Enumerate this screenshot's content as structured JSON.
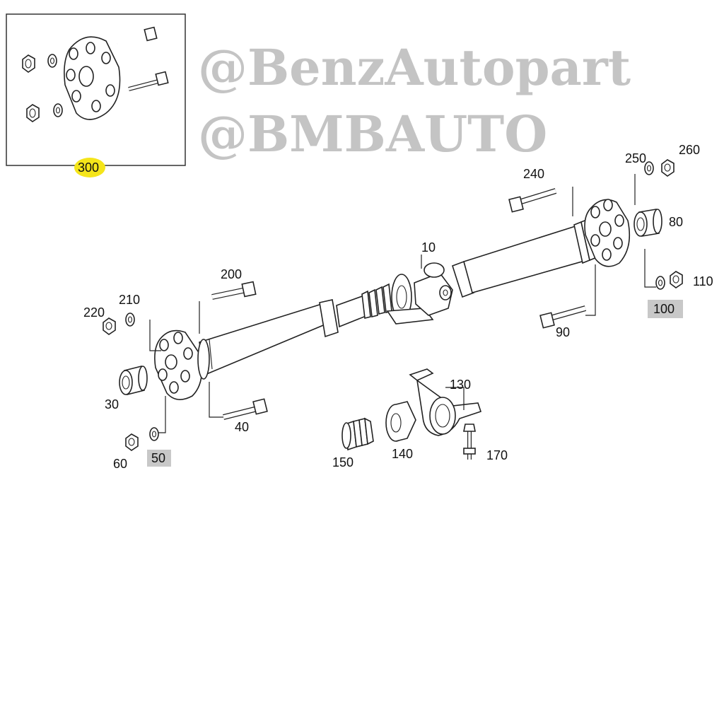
{
  "watermark": {
    "line1": "@BenzAutopart",
    "line2": "@BMBAUTO"
  },
  "inset": {
    "kit_label": "300",
    "kit_highlight_color": "#f5e51a"
  },
  "callouts": {
    "p10": "10",
    "p30": "30",
    "p40": "40",
    "p50": "50",
    "p60": "60",
    "p80": "80",
    "p90": "90",
    "p100": "100",
    "p110": "110",
    "p130": "130",
    "p140": "140",
    "p150": "150",
    "p170": "170",
    "p200": "200",
    "p210": "210",
    "p220": "220",
    "p240": "240",
    "p250": "250",
    "p260": "260"
  },
  "colors": {
    "watermark": "#c4c4c4",
    "box_highlight": "#c8c8c8",
    "line": "#222222"
  }
}
